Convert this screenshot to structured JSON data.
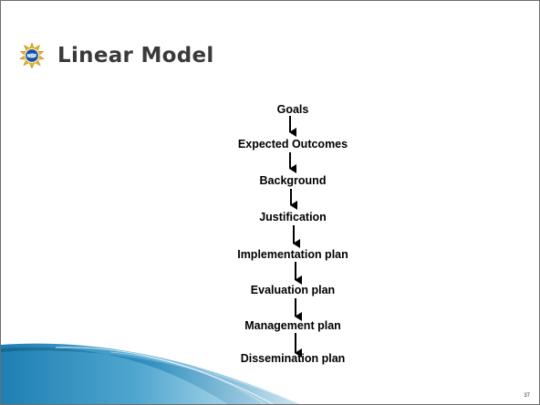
{
  "slide": {
    "title": "Linear Model",
    "page_number": "37",
    "logo_icon": "nsf-seal-icon"
  },
  "diagram": {
    "type": "linear-flow",
    "arrow_color": "#000000",
    "steps": [
      {
        "label": "Goals"
      },
      {
        "label": "Expected Outcomes"
      },
      {
        "label": "Background"
      },
      {
        "label": "Justification"
      },
      {
        "label": "Implementation plan"
      },
      {
        "label": "Evaluation plan"
      },
      {
        "label": "Management plan"
      },
      {
        "label": "Dissemination plan"
      }
    ]
  },
  "theme": {
    "ribbon_dark": "#1f7fb3",
    "ribbon_light": "#d8ecf5",
    "title_color": "#3a3a3a"
  }
}
